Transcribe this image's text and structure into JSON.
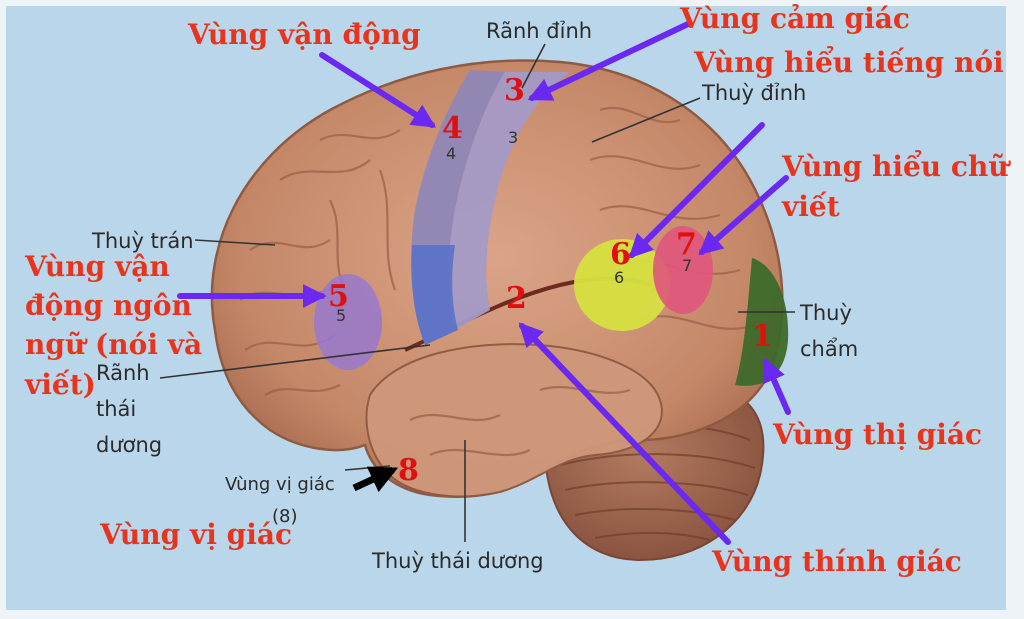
{
  "labels": {
    "motor": "Vùng vận động",
    "central_sulcus": "Rãnh đỉnh",
    "sensory": "Vùng cảm giác",
    "speech_understanding": "Vùng hiểu tiếng nói",
    "parietal_lobe": "Thuỳ đỉnh",
    "writing_understanding_1": "Vùng hiểu chữ",
    "writing_understanding_2": "viết",
    "frontal_lobe": "Thuỳ trán",
    "speech_motor_1": "Vùng vận",
    "speech_motor_2": "động ngôn",
    "speech_motor_3": "ngữ (nói và",
    "speech_motor_4": "viết)",
    "lateral_sulcus_1": "Rãnh",
    "lateral_sulcus_2": "thái",
    "lateral_sulcus_3": "dương",
    "occipital_1": "Thuỳ",
    "occipital_2": "chẩm",
    "visual": "Vùng thị giác",
    "taste_small": "Vùng vị giác",
    "taste_small_num": "(8)",
    "taste": "Vùng vị giác",
    "temporal_lobe": "Thuỳ thái dương",
    "auditory": "Vùng thính giác"
  },
  "numbers": {
    "n1": "1",
    "n2": "2",
    "n3": "3",
    "n4": "4",
    "n5": "5",
    "n6": "6",
    "n7": "7",
    "n8": "8",
    "s3": "3",
    "s4": "4",
    "s5": "5",
    "s6": "6",
    "s7": "7"
  },
  "colors": {
    "background": "#b9d6ea",
    "label_red": "#e8341c",
    "arrow": "#6a28f0",
    "brain": "#c98f72",
    "motor_area": "#8f86b6",
    "sensory_area": "#a49ac6",
    "speech_area": "#9a79c9",
    "speech_understanding_area": "#d6e040",
    "writing_area": "#e0557c",
    "visual_area": "#3d6a2a"
  }
}
